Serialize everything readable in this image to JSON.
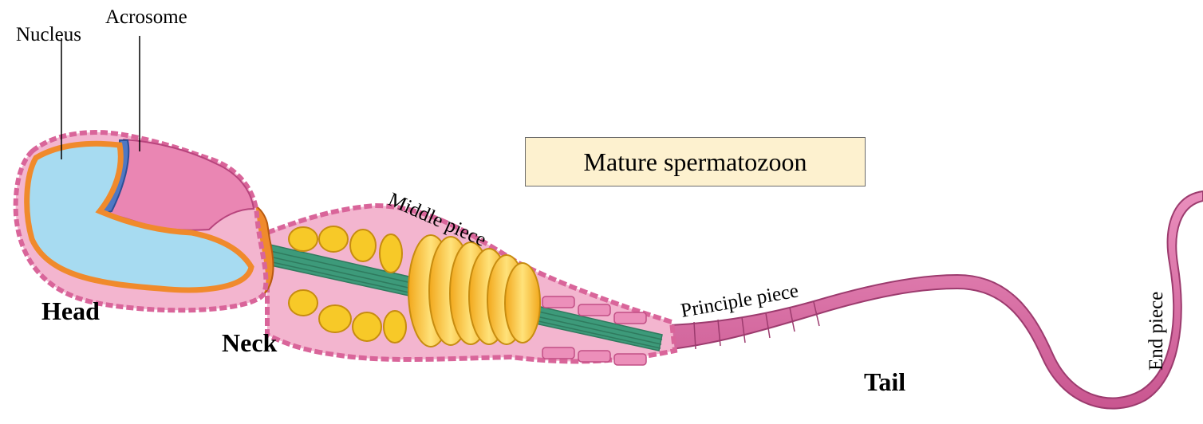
{
  "title": "Mature spermatozoon",
  "labels": {
    "nucleus": "Nucleus",
    "acrosome": "Acrosome",
    "head": "Head",
    "neck": "Neck",
    "middle_piece": "Middle piece",
    "principle_piece": "Principle piece",
    "tail": "Tail",
    "end_piece": "End piece"
  },
  "colors": {
    "membrane_pink": "#e87aa8",
    "tail_pink": "#d6669a",
    "nucleus_blue": "#9fd6ef",
    "acrosome_blue": "#4f78c4",
    "orange": "#f08a2c",
    "mitochondria_yellow": "#f7c928",
    "axoneme_green": "#3d9a7a",
    "title_bg": "#fdf1cf"
  }
}
